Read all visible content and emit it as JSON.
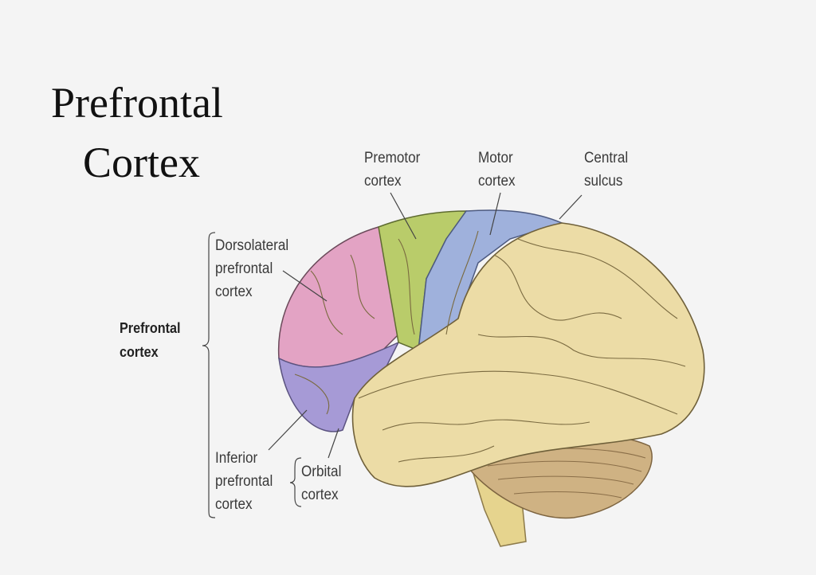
{
  "title": {
    "line1": "Prefrontal",
    "line2": "Cortex"
  },
  "labels": {
    "premotor": {
      "line1": "Premotor",
      "line2": "cortex"
    },
    "motor": {
      "line1": "Motor",
      "line2": "cortex"
    },
    "central_sulcus": {
      "line1": "Central",
      "line2": "sulcus"
    },
    "dorsolateral": {
      "line1": "Dorsolateral",
      "line2": "prefrontal",
      "line3": "cortex"
    },
    "prefrontal": {
      "line1": "Prefrontal",
      "line2": "cortex"
    },
    "inferior": {
      "line1": "Inferior",
      "line2": "prefrontal",
      "line3": "cortex"
    },
    "orbital": {
      "line1": "Orbital",
      "line2": "cortex"
    }
  },
  "colors": {
    "dorsolateral": "#e3a3c4",
    "inferior": "#a69ad6",
    "premotor": "#b9cc6a",
    "motor": "#9fb1dc",
    "cortex": "#ecdca6",
    "cerebellum": "#cfb283",
    "brainstem": "#e6d48e"
  }
}
